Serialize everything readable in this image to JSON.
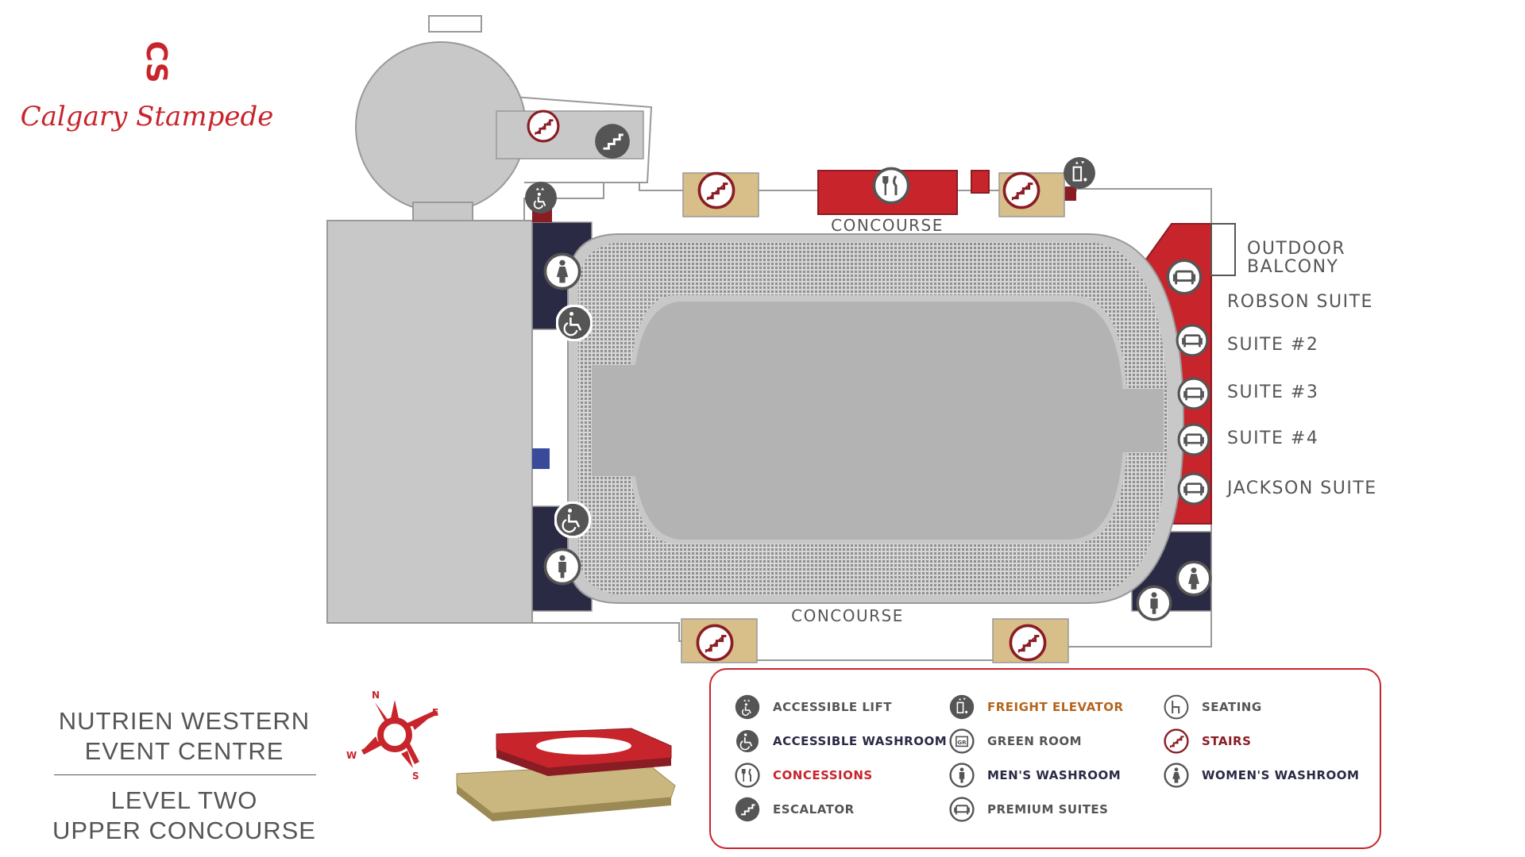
{
  "brand": {
    "logo_monogram": "CS",
    "logo_script": "Calgary Stampede"
  },
  "map": {
    "areas": {
      "concourse_north": "CONCOURSE",
      "concourse_south": "CONCOURSE",
      "outdoor_balcony_line1": "OUTDOOR",
      "outdoor_balcony_line2": "BALCONY"
    },
    "suites": [
      "ROBSON SUITE",
      "SUITE #2",
      "SUITE #3",
      "SUITE #4",
      "JACKSON SUITE"
    ]
  },
  "compass": {
    "n": "N",
    "e": "E",
    "s": "S",
    "w": "W"
  },
  "venue": {
    "name_line1": "NUTRIEN WESTERN",
    "name_line2": "EVENT CENTRE",
    "level_line1": "LEVEL TWO",
    "level_line2": "UPPER CONCOURSE"
  },
  "legend": [
    {
      "icon": "accessible-lift-icon",
      "label": "ACCESSIBLE LIFT",
      "color": "#555555"
    },
    {
      "icon": "freight-elevator-icon",
      "label": "FREIGHT ELEVATOR",
      "color": "#b5651d"
    },
    {
      "icon": "seating-icon",
      "label": "SEATING",
      "color": "#555555"
    },
    {
      "icon": "accessible-washroom-icon",
      "label": "ACCESSIBLE WASHROOM",
      "color": "#2a2a45"
    },
    {
      "icon": "green-room-icon",
      "label": "GREEN ROOM",
      "color": "#555555"
    },
    {
      "icon": "stairs-icon",
      "label": "STAIRS",
      "color": "#8a1c24"
    },
    {
      "icon": "concessions-icon",
      "label": "CONCESSIONS",
      "color": "#c8242b"
    },
    {
      "icon": "mens-washroom-icon",
      "label": "MEN'S WASHROOM",
      "color": "#2a2a45"
    },
    {
      "icon": "womens-washroom-icon",
      "label": "WOMEN'S WASHROOM",
      "color": "#2a2a45"
    },
    {
      "icon": "escalator-icon",
      "label": "ESCALATOR",
      "color": "#555555"
    },
    {
      "icon": "premium-suites-icon",
      "label": "PREMIUM SUITES",
      "color": "#555555"
    }
  ],
  "colors": {
    "brand_red": "#c8242b",
    "washroom_navy": "#2a2a45",
    "stairs_tan": "#d8bf8a",
    "floor_grey": "#c8c8c8",
    "seat_grey": "#9a9a9a"
  }
}
